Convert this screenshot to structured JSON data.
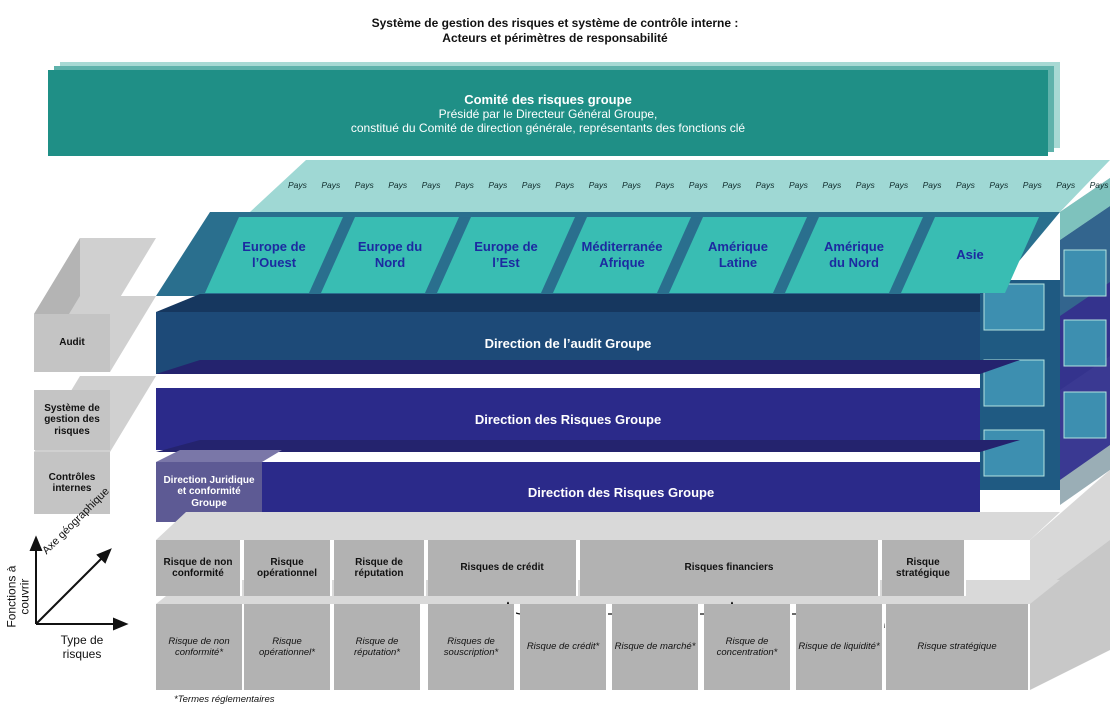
{
  "title": {
    "line1": "Système de gestion des risques et système de contrôle interne :",
    "line2": "Acteurs et périmètres de responsabilité"
  },
  "committee": {
    "name": "Comité des risques groupe",
    "line1": "Présidé par le Directeur Général Groupe,",
    "line2": "constitué du Comité de direction générale, représentants des fonctions clé"
  },
  "pays_label": "Pays",
  "pays_count": 25,
  "regions": [
    {
      "line1": "Europe de",
      "line2": "l’Ouest"
    },
    {
      "line1": "Europe du",
      "line2": "Nord"
    },
    {
      "line1": "Europe de",
      "line2": "l’Est"
    },
    {
      "line1": "Méditerranée",
      "line2": "Afrique"
    },
    {
      "line1": "Amérique",
      "line2": "Latine"
    },
    {
      "line1": "Amérique",
      "line2": "du Nord"
    },
    {
      "line1": "Asie",
      "line2": ""
    }
  ],
  "side_labels": {
    "audit": "Audit",
    "risk_system": "Système de gestion des risques",
    "internal_controls": "Contrôles internes"
  },
  "bands": {
    "audit": "Direction de l’audit Groupe",
    "risks": "Direction des Risques Groupe",
    "controls": "Direction des Risques Groupe",
    "legal": "Direction Juridique et conformité Groupe"
  },
  "risk_types": [
    "Risque de non conformité",
    "Risque opérationnel",
    "Risque de réputation",
    "Risques de crédit",
    "Risques financiers",
    "Risque stratégique"
  ],
  "regulatory_terms": [
    "Risque de non conformité*",
    "Risque opérationnel*",
    "Risque de réputation*",
    "Risques de souscription*",
    "Risque de crédit*",
    "Risque de marché*",
    "Risque de concentration*",
    "Risque de liquidité*",
    "Risque stratégique"
  ],
  "axes": {
    "vertical": "Fonctions à couvrir",
    "diagonal": "Axe géographique",
    "horizontal": "Type de risques"
  },
  "footnote": "*Termes réglementaires",
  "colors": {
    "committee": "#1f8f86",
    "region": "#39bdb3",
    "pays": "#9fd8d4",
    "audit_band": "#1d4a78",
    "risks_band": "#2b2a8a",
    "legal": "#5d5a94",
    "grey_cell": "#b2b2b2",
    "side_label": "#c4c4c4"
  }
}
